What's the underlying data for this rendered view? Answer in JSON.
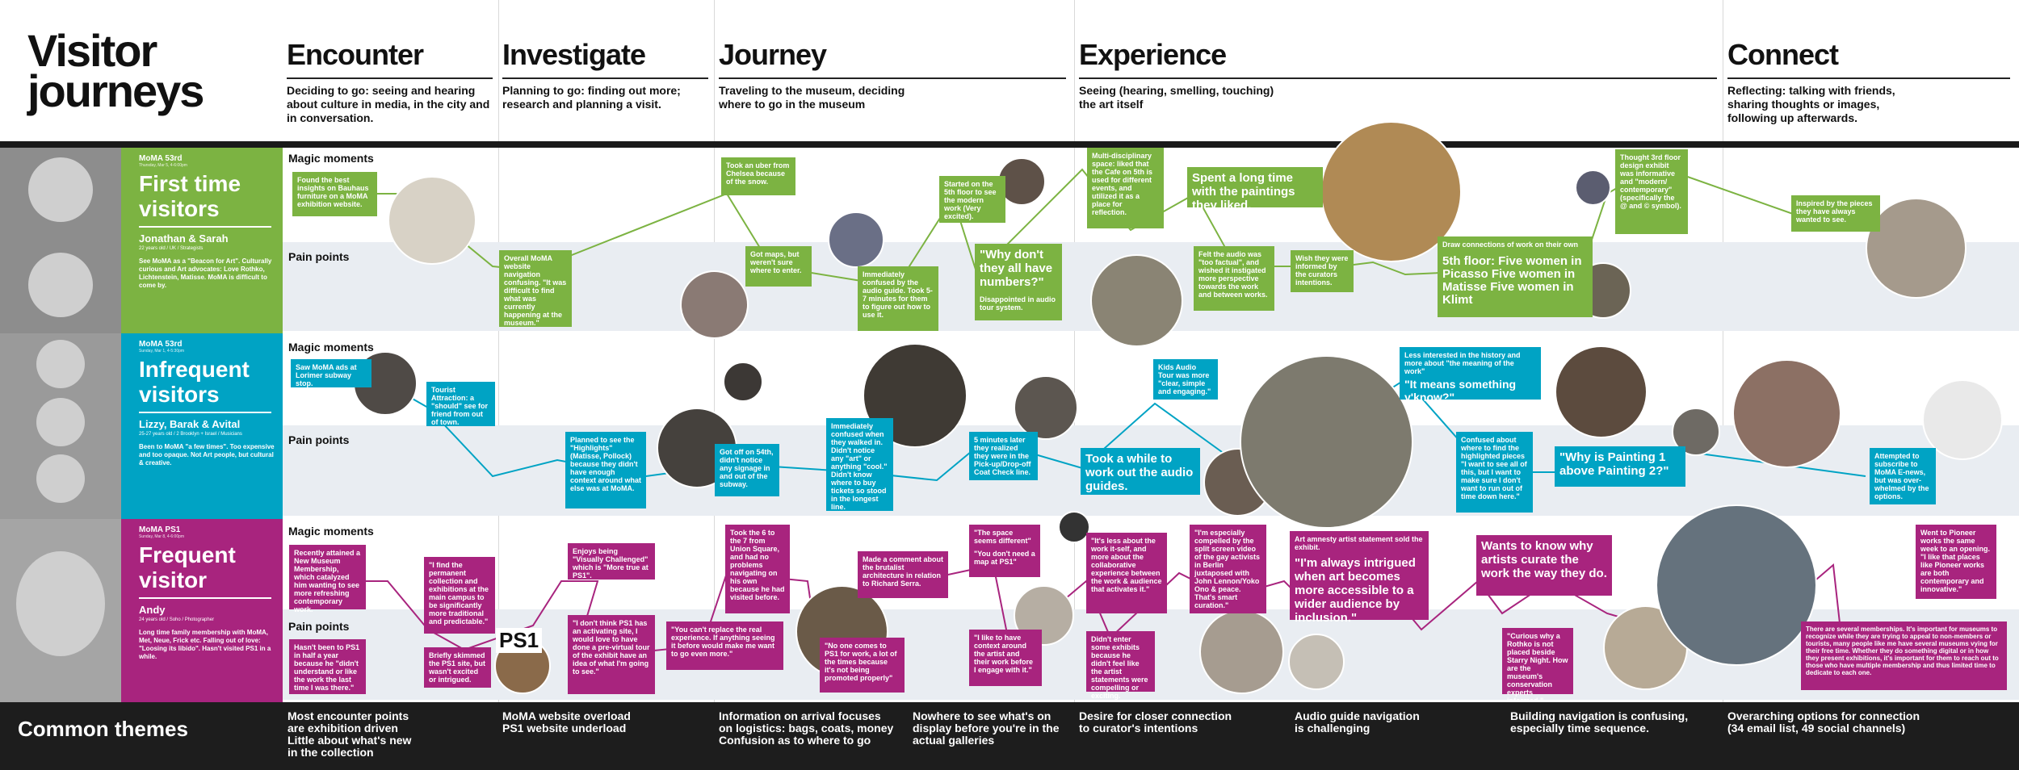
{
  "title_line1": "Visitor",
  "title_line2": "journeys",
  "stages": [
    {
      "name": "Encounter",
      "desc": "Deciding to go: seeing and hearing about culture in media, in the city and in conversation."
    },
    {
      "name": "Investigate",
      "desc": "Planning to go: finding out more; research and planning a visit."
    },
    {
      "name": "Journey",
      "desc": "Traveling to the museum, deciding where to go in the museum"
    },
    {
      "name": "Experience",
      "desc": "Seeing (hearing, smelling, touching) the art itself"
    },
    {
      "name": "Connect",
      "desc": "Reflecting: talking with friends, sharing thoughts or images, following up afterwards."
    }
  ],
  "row_labels": {
    "magic": "Magic moments",
    "pain": "Pain points"
  },
  "personas": [
    {
      "location": "MoMA 53rd",
      "date": "Thursday, Mar 5, 4-6:00pm",
      "name_l1": "First time",
      "name_l2": "visitors",
      "who": "Jonathan & Sarah",
      "meta": "22 years old / UK / Strategists",
      "desc": "See MoMA as a \"Beacon for Art\". Culturally curious and Art advocates: Love Rothko, Lichtenstein, Matisse. MoMA is difficult to come by."
    },
    {
      "location": "MoMA 53rd",
      "date": "Sunday, Mar 1, 4-5:30pm",
      "name_l1": "Infrequent",
      "name_l2": "visitors",
      "who": "Lizzy, Barak & Avital",
      "meta": "25-27 years old / 2 Brooklyn + Israel / Musicians",
      "desc": "Been to MoMA \"a few times\". Too expensive and too opaque. Not Art people, but cultural & creative."
    },
    {
      "location": "MoMA PS1",
      "date": "Sunday, Mar 8, 4-6:00pm",
      "name_l1": "Frequent",
      "name_l2": "visitor",
      "who": "Andy",
      "meta": "24 years old / Soho / Photographer",
      "desc": "Long time family membership with MoMA, Met, Neue, Frick etc. Falling out of love: \"Loosing its libido\". Hasn't visited PS1 in a while."
    }
  ],
  "cards": {
    "g1": "Found the best insights on Bauhaus furniture on a MoMA exhibition website.",
    "g2": "Overall MoMA website navigation confusing. \"It was difficult to find what was currently happening at the museum.\"",
    "g3": "Took an uber from Chelsea because of the snow.",
    "g4": "Got maps, but weren't sure where to enter.",
    "g5": "Immediately confused by the audio guide. Took 5-7 minutes for them to figure out how to use it.",
    "g6": "Started on the 5th floor to see the modern work (Very excited).",
    "g7": "\"Why don't they all have numbers?\"",
    "g7b": "Disappointed in audio tour system.",
    "g8": "Multi-disciplinary space: liked that the Cafe on 5th is used for different events, and utilized it as a place for reflection.",
    "g9": "Spent a long time with the paintings they liked.",
    "g10": "Felt the audio was \"too factual\", and wished it instigated more perspective towards the work and between works.",
    "g11": "Wish they were informed by the curators intentions.",
    "g12": "Draw connections of work on their own",
    "g12b": "5th floor: Five women in Picasso Five women in Matisse Five women in Klimt",
    "g13": "Thought 3rd floor design exhibit was informative and \"modern/ contemporary\" (specifically the @ and © symbol).",
    "g14": "Inspired by the pieces they have always wanted to see.",
    "b1": "Saw MoMA ads at Lorimer subway stop.",
    "b2": "Tourist Attraction: a \"should\" see for friend from out of town.",
    "b3": "Planned to see the \"Highlights\" (Matisse, Pollock) because they didn't have enough context around what else was at MoMA.",
    "b4": "Got off on 54th, didn't notice any signage in and out of the subway.",
    "b5": "Immediately confused when they walked in. Didn't notice any \"art\" or anything \"cool.\" Didn't know where to buy tickets so stood in the longest line.",
    "b6": "5 minutes later they realized they were in the Pick-up/Drop-off Coat Check line.",
    "b7": "Kids Audio Tour was more \"clear, simple and engaging.\"",
    "b8": "Took a while to work out the audio guides.",
    "b9": "Less interested in the history and more about \"the meaning of the work\"",
    "b9b": "\"It means something y'know?\"",
    "b10": "Confused about where to find the highlighted pieces \"I want to see all of this, but I want to make sure I don't want to run out of time down here.\"",
    "b11": "\"Why is Painting 1 above Painting 2?\"",
    "b12": "Attempted to subscribe to MoMA E-news, but was over-whelmed by the options.",
    "m1": "Recently attained a New Museum Membership, which catalyzed him wanting to see more refreshing contemporary work.",
    "m2": "\"I find the permanent collection and exhibitions at the main campus to be significantly more traditional and predictable.\"",
    "m3": "Hasn't been to PS1 in half a year because he \"didn't understand or like the work the last time I was there.\"",
    "m4": "Briefly skimmed the PS1 site, but wasn't excited or intrigued.",
    "m5": "Enjoys being \"Visually Challenged\" which is \"More true at PS1\".",
    "m6": "\"I don't think PS1 has an activating site, I would love to have done a pre-virtual tour of the exhibit have an idea of what I'm going to see.\"",
    "m7": "Took the 6 to the 7 from Union Square, and had no problems navigating on his own because he had visited before.",
    "m8": "Made a comment about the brutalist architecture in relation to Richard Serra.",
    "m9": "\"You can't replace the real experience. If anything seeing it before would make me want to go even more.\"",
    "m10": "\"No one comes to PS1 for work, a lot of the times because it's not being promoted properly\"",
    "m11": "\"The space seems different\"",
    "m11b": "\"You don't need a map at PS1\"",
    "m12": "\"I like to have context around the artist and their work before I engage with it.\"",
    "m13": "\"It's less about the work it-self, and more about the collaborative experience between the work & audience that activates it.\"",
    "m14": "\"I'm especially compelled by the split screen video of the gay activists in Berlin juxtaposed with John Lennon/Yoko Ono & peace. That's smart curation.\"",
    "m15": "Didn't enter some exhibits because he didn't feel like the artist statements were compelling or exciting.",
    "m16": "Art amnesty artist statement sold the exhibit.",
    "m16b": "\"I'm always intrigued when art becomes more accessible to a wider audience by inclusion.\"",
    "m17": "Wants to know why artists curate the work the way they do.",
    "m18": "\"Curious why a Rothko is not placed beside Starry Night. How are the museum's conservation experts informed.\"",
    "m19": "Went to Pioneer works the same week to an opening. \"I like that places like Pioneer works are both contemporary and innovative.\"",
    "m20": "There are several memberships. It's important for museums to recognize while they are trying to appeal to non-members or tourists, many people like me have several museums vying for their free time. Whether they do something digital or in how they present exhibitions, it's important for them to reach out to those who have multiple membership and thus limited time to dedicate to each one."
  },
  "ps1_logo": "PS1",
  "footer_title": "Common themes",
  "themes": [
    {
      "l1": "Most encounter points",
      "l2": "are exhibition driven",
      "l3": "Little about what's new",
      "l4": "in the collection"
    },
    {
      "l1": "MoMA website overload",
      "l2": "PS1 website underload",
      "l3": "",
      "l4": ""
    },
    {
      "l1": "Information on arrival focuses",
      "l2": "on logistics: bags, coats, money",
      "l3": "Confusion as to where to go",
      "l4": ""
    },
    {
      "l1": "Nowhere to see what's on",
      "l2": "display before you're in the",
      "l3": "actual galleries",
      "l4": ""
    },
    {
      "l1": "Desire for closer connection",
      "l2": "to curator's intentions",
      "l3": "",
      "l4": ""
    },
    {
      "l1": "Audio guide navigation",
      "l2": "is challenging",
      "l3": "",
      "l4": ""
    },
    {
      "l1": "Building navigation is confusing,",
      "l2": "especially time sequence.",
      "l3": "",
      "l4": ""
    },
    {
      "l1": "Overarching options for connection",
      "l2": "(34 email list, 49 social channels)",
      "l3": "",
      "l4": ""
    }
  ],
  "colors": {
    "green": "#7cb342",
    "blue": "#00a3c4",
    "magenta": "#a8247e",
    "dark": "#1d1d1d"
  }
}
